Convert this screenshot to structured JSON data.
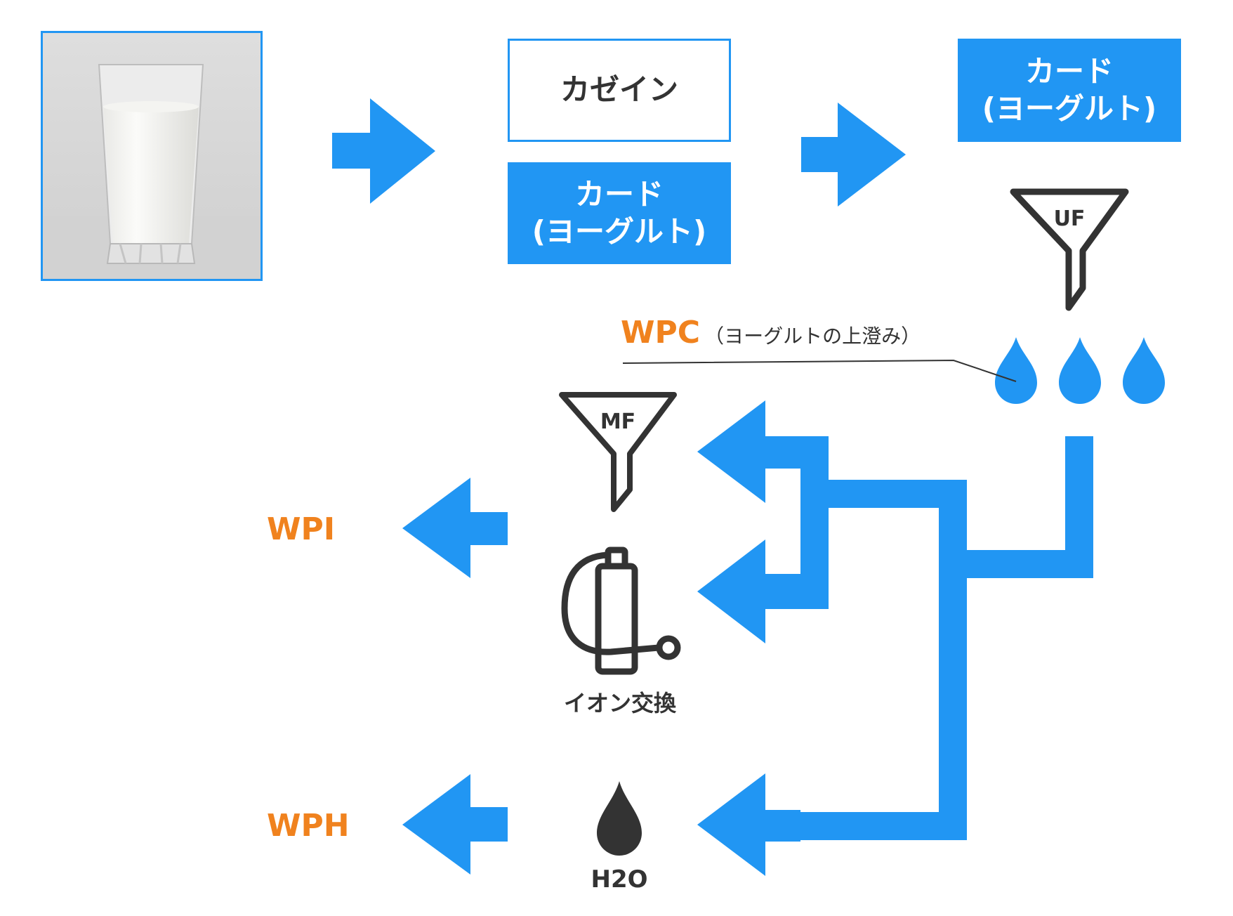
{
  "boxes": {
    "casein": "カゼイン",
    "curd_line1": "カード",
    "curd_line2": "(ヨーグルト)",
    "curd_right_line1": "カード",
    "curd_right_line2": "(ヨーグルト)"
  },
  "filters": {
    "uf": "UF",
    "mf": "MF"
  },
  "wpc": {
    "label": "WPC",
    "note": "（ヨーグルトの上澄み）"
  },
  "outputs": {
    "wpi": "WPI",
    "wph": "WPH"
  },
  "process": {
    "ion_exchange": "イオン交換",
    "water": "H2O"
  },
  "colors": {
    "accent": "#2196f3",
    "orange": "#f0821e",
    "dark": "#333333"
  },
  "icons": [
    "milk-glass-photo",
    "funnel-icon",
    "water-drop-icon",
    "ion-exchange-tank-icon"
  ]
}
